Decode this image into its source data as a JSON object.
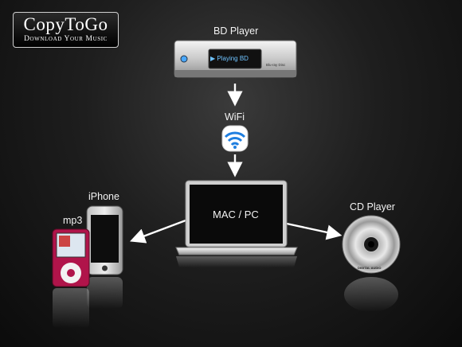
{
  "logo": {
    "title": "CopyToGo",
    "tagline": "Download Your Music"
  },
  "devices": {
    "bd_player": {
      "label": "BD Player",
      "screen_text": "▶ Playing BD",
      "brand_text": "Blu-ray Disc"
    },
    "wifi": {
      "label": "WiFi"
    },
    "computer": {
      "label": "MAC / PC"
    },
    "iphone": {
      "label": "iPhone"
    },
    "mp3": {
      "label": "mp3"
    },
    "cd_player": {
      "label": "CD Player",
      "disc_text": "DIGITAL AUDIO"
    }
  },
  "icons": [
    "bd-player-icon",
    "wifi-icon",
    "laptop-icon",
    "iphone-icon",
    "ipod-icon",
    "cd-icon"
  ]
}
